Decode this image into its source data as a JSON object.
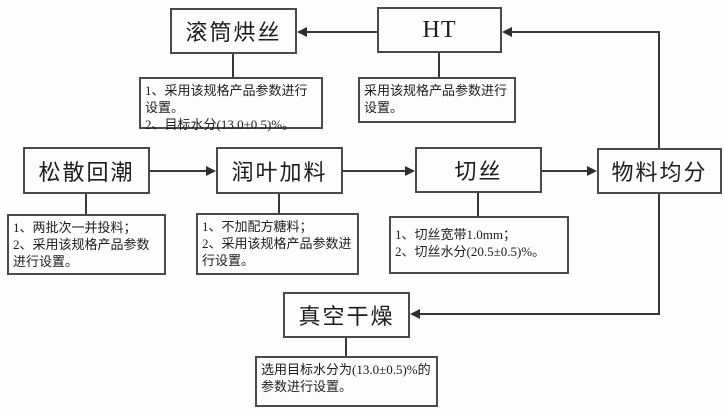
{
  "nodes": {
    "drum_drying": {
      "label": "滚筒烘丝"
    },
    "ht": {
      "label": "HT"
    },
    "loosening": {
      "label": "松散回潮"
    },
    "conditioning": {
      "label": "润叶加料"
    },
    "cutting": {
      "label": "切丝"
    },
    "dividing": {
      "label": "物料均分"
    },
    "vacuum_drying": {
      "label": "真空干燥"
    }
  },
  "annotations": {
    "drum_drying": {
      "items": [
        "1、采用该规格产品参数进行设置。",
        "2、目标水分(13.0±0.5)%。"
      ]
    },
    "ht": {
      "items": [
        "采用该规格产品参数进行设置。"
      ]
    },
    "loosening": {
      "items": [
        "1、两批次一并投料；",
        "2、采用该规格产品参数进行设置。"
      ]
    },
    "conditioning": {
      "items": [
        "1、不加配方糖料；",
        "2、采用该规格产品参数进行设置。"
      ]
    },
    "cutting": {
      "items": [
        "1、切丝宽带1.0mm；",
        "2、切丝水分(20.5±0.5)%。"
      ]
    },
    "vacuum_drying": {
      "items": [
        "选用目标水分为(13.0±0.5)%的参数进行设置。"
      ]
    }
  },
  "colors": {
    "line": "#383838",
    "border": "#4a4a4a",
    "text": "#1c1c1c",
    "background": "#fdfdfd"
  }
}
